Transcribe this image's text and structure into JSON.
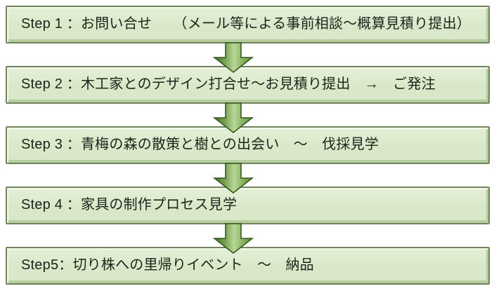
{
  "diagram": {
    "type": "flowchart",
    "direction": "top-down",
    "steps": [
      {
        "label": "Step 1 ：お問い合せ　　（メール等による事前相談～概算見積り提出）"
      },
      {
        "label": "Step 2 ：木工家とのデザイン打合せ～お見積り提出　→　ご発注"
      },
      {
        "label": "Step 3 ：青梅の森の散策と樹との出会い　～　伐採見学"
      },
      {
        "label": "Step 4 ：家具の制作プロセス見学"
      },
      {
        "label": "Step5：切り株への里帰りイベント　～　納品"
      }
    ],
    "connector_icon": "down-arrow",
    "colors": {
      "background": "#ffffff",
      "box_fill": "#d9e8c9",
      "box_fill_top": "#e4f0d7",
      "box_border": "#72825c",
      "box_bevel_highlight": "#f3f8ec",
      "box_bevel_shadow": "#b6cd9e",
      "arrow_outline": "#37591f",
      "arrow_fill_dark": "#456e27",
      "arrow_fill_mid": "#7ba654",
      "arrow_fill_light": "#b9d79a",
      "text": "#20241b"
    }
  }
}
